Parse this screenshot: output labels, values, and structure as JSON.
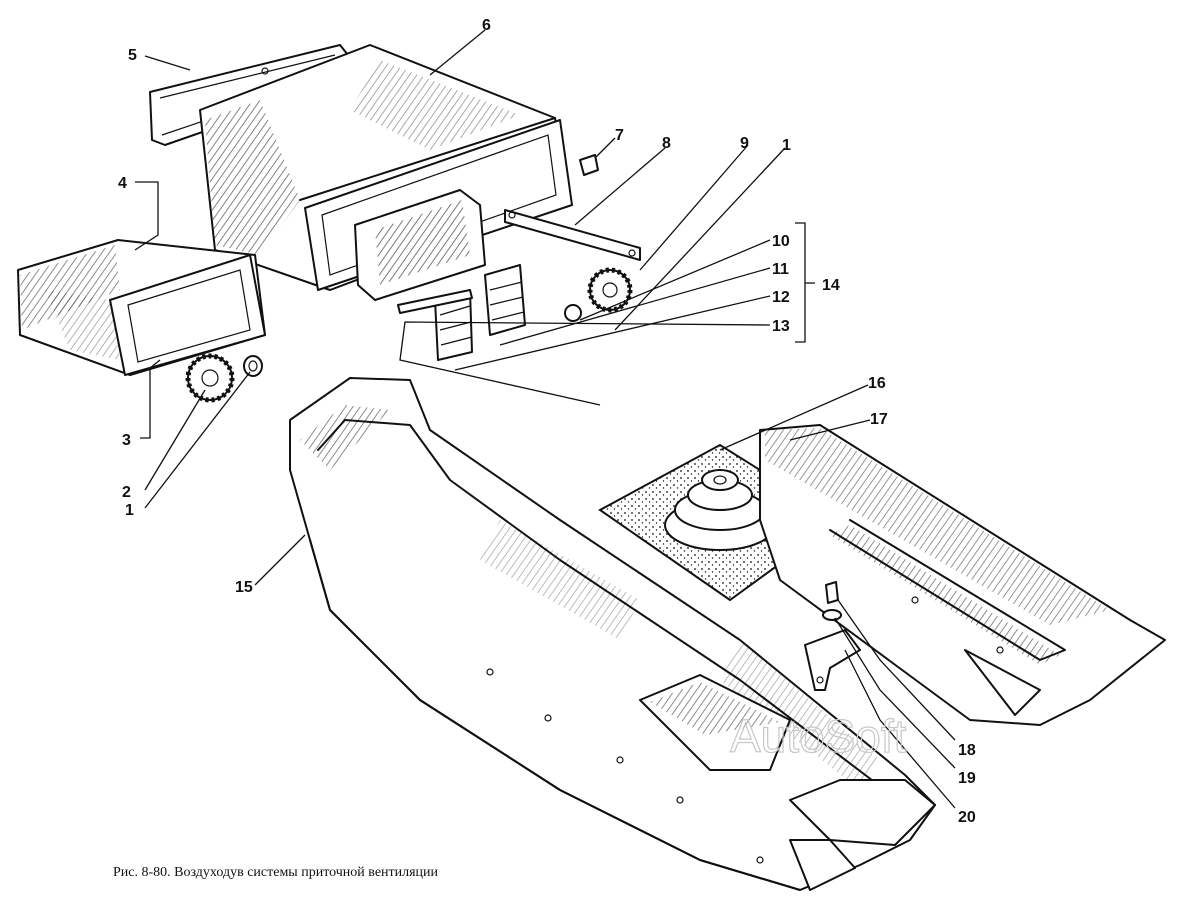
{
  "caption": "Рис. 8-80. Воздуходув системы приточной вентиляции",
  "watermark": "AutoSoft",
  "callouts": [
    "1",
    "2",
    "3",
    "4",
    "5",
    "6",
    "7",
    "8",
    "9",
    "10",
    "11",
    "12",
    "13",
    "14",
    "15",
    "16",
    "17",
    "18",
    "19",
    "20"
  ],
  "group_label": "14"
}
